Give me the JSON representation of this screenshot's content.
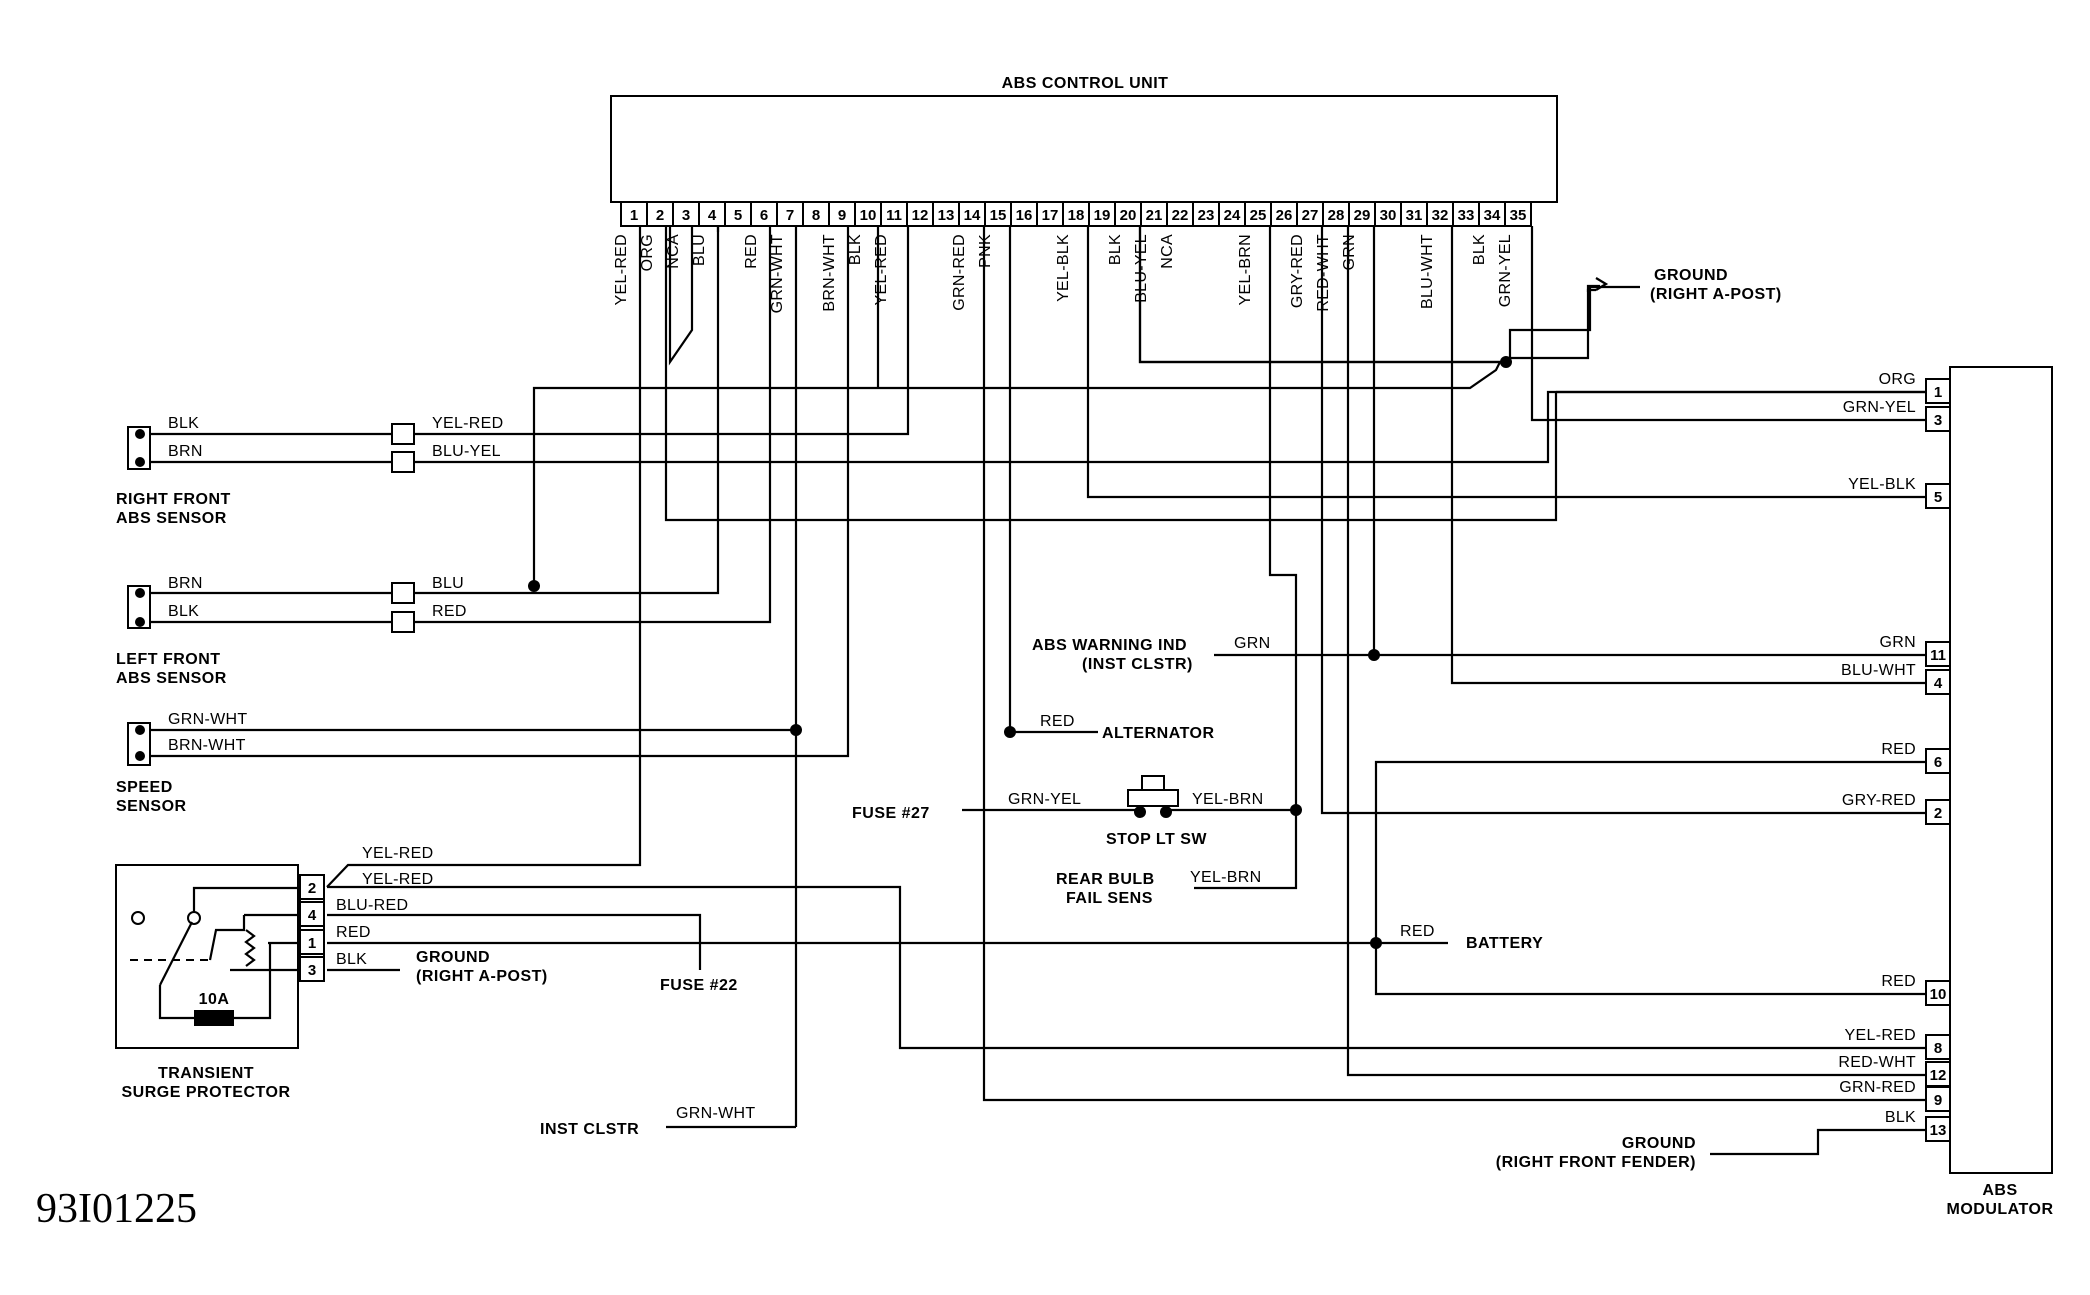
{
  "figure_id": "93I01225",
  "components": {
    "control_unit": "ABS CONTROL UNIT",
    "modulator": [
      "ABS",
      "MODULATOR"
    ],
    "rf_sensor": [
      "RIGHT FRONT",
      "ABS SENSOR"
    ],
    "lf_sensor": [
      "LEFT FRONT",
      "ABS SENSOR"
    ],
    "speed_sensor": [
      "SPEED",
      "SENSOR"
    ],
    "surge": [
      "TRANSIENT",
      "SURGE PROTECTOR"
    ],
    "surge_fuse": "10A",
    "stop_switch": "STOP LT SW"
  },
  "ecu_pins": [
    "1",
    "2",
    "3",
    "4",
    "5",
    "6",
    "7",
    "8",
    "9",
    "10",
    "11",
    "12",
    "13",
    "14",
    "15",
    "16",
    "17",
    "18",
    "19",
    "20",
    "21",
    "22",
    "23",
    "24",
    "25",
    "26",
    "27",
    "28",
    "29",
    "30",
    "31",
    "32",
    "33",
    "34",
    "35"
  ],
  "ecu_wires": [
    {
      "pin": "1",
      "color": "YEL-RED"
    },
    {
      "pin": "2",
      "color": "ORG"
    },
    {
      "pin": "3",
      "color": "NCA"
    },
    {
      "pin": "4",
      "color": "BLU"
    },
    {
      "pin": "6",
      "color": "RED"
    },
    {
      "pin": "7",
      "color": "GRN-WHT"
    },
    {
      "pin": "9",
      "color": "BRN-WHT"
    },
    {
      "pin": "10",
      "color": "BLK"
    },
    {
      "pin": "11",
      "color": "YEL-RED"
    },
    {
      "pin": "14",
      "color": "GRN-RED"
    },
    {
      "pin": "15",
      "color": "PNK"
    },
    {
      "pin": "18",
      "color": "YEL-BLK"
    },
    {
      "pin": "20",
      "color": "BLK"
    },
    {
      "pin": "21",
      "color": "BLU-YEL"
    },
    {
      "pin": "22",
      "color": "NCA"
    },
    {
      "pin": "25",
      "color": "YEL-BRN"
    },
    {
      "pin": "27",
      "color": "GRY-RED"
    },
    {
      "pin": "28",
      "color": "RED-WHT"
    },
    {
      "pin": "29",
      "color": "GRN"
    },
    {
      "pin": "32",
      "color": "BLU-WHT"
    },
    {
      "pin": "34",
      "color": "BLK"
    },
    {
      "pin": "35",
      "color": "GRN-YEL"
    }
  ],
  "modulator_pins": [
    {
      "pin": "1",
      "wire": "ORG"
    },
    {
      "pin": "3",
      "wire": "GRN-YEL"
    },
    {
      "pin": "5",
      "wire": "YEL-BLK"
    },
    {
      "pin": "11",
      "wire": "GRN"
    },
    {
      "pin": "4",
      "wire": "BLU-WHT"
    },
    {
      "pin": "6",
      "wire": "RED"
    },
    {
      "pin": "2",
      "wire": "GRY-RED"
    },
    {
      "pin": "10",
      "wire": "RED"
    },
    {
      "pin": "8",
      "wire": "YEL-RED"
    },
    {
      "pin": "12",
      "wire": "RED-WHT"
    },
    {
      "pin": "9",
      "wire": "GRN-RED"
    },
    {
      "pin": "13",
      "wire": "BLK"
    }
  ],
  "sensor_wires": {
    "rf": [
      "BLK",
      "BRN"
    ],
    "rf_harness": [
      "YEL-RED",
      "BLU-YEL"
    ],
    "lf": [
      "BRN",
      "BLK"
    ],
    "lf_harness": [
      "BLU",
      "RED"
    ],
    "speed": [
      "GRN-WHT",
      "BRN-WHT"
    ]
  },
  "surge_pins": [
    {
      "pin": "2",
      "wire": "YEL-RED"
    },
    {
      "pin": "4",
      "wire": "RED"
    },
    {
      "pin": "1",
      "wire": "BLK"
    },
    {
      "pin": "3",
      "wire": ""
    }
  ],
  "surge_extra_wires": [
    "YEL-RED",
    "BLU-RED"
  ],
  "destinations": {
    "ground_a_post": [
      "GROUND",
      "(RIGHT A-POST)"
    ],
    "ground_fender": [
      "GROUND",
      "(RIGHT FRONT FENDER)"
    ],
    "abs_warning": [
      "ABS WARNING IND",
      "(INST CLSTR)"
    ],
    "abs_warning_wire": "GRN",
    "alternator": "ALTERNATOR",
    "alternator_wire": "RED",
    "fuse27": "FUSE #27",
    "fuse27_wire": "GRN-YEL",
    "stop_out_wire": "YEL-BRN",
    "rear_bulb": [
      "REAR BULB",
      "FAIL SENS"
    ],
    "rear_bulb_wire": "YEL-BRN",
    "battery": "BATTERY",
    "battery_wire": "RED",
    "fuse22": "FUSE #22",
    "inst_clstr": "INST CLSTR",
    "inst_clstr_wire": "GRN-WHT"
  }
}
